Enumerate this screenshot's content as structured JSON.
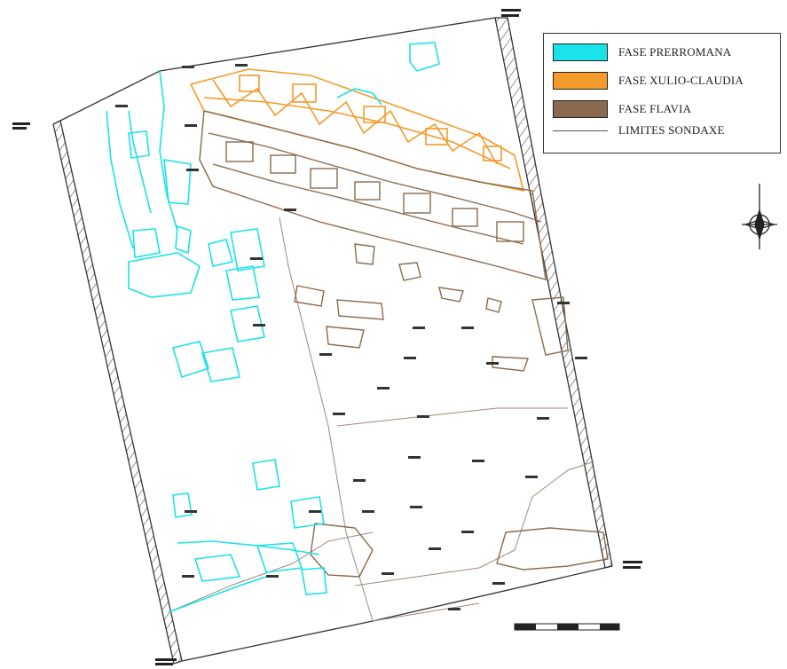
{
  "legend": {
    "items": [
      {
        "label": "FASE PRERROMANA",
        "color": "#19e3e8",
        "kind": "fill"
      },
      {
        "label": "FASE XULIO-CLAUDIA",
        "color": "#f39a2a",
        "kind": "fill"
      },
      {
        "label": "FASE FLAVIA",
        "color": "#8a6a4e",
        "kind": "fill"
      },
      {
        "label": "LIMITES SONDAXE",
        "color": "#8a7a6a",
        "kind": "line"
      }
    ]
  },
  "compass": {
    "label": "N",
    "icon": "north-arrow-icon"
  },
  "colors": {
    "prerromana": "#19e3e8",
    "xulio_claudia": "#f39a2a",
    "flavia": "#8a6a4e",
    "limites": "#9a8a7a",
    "outline": "#333333"
  }
}
